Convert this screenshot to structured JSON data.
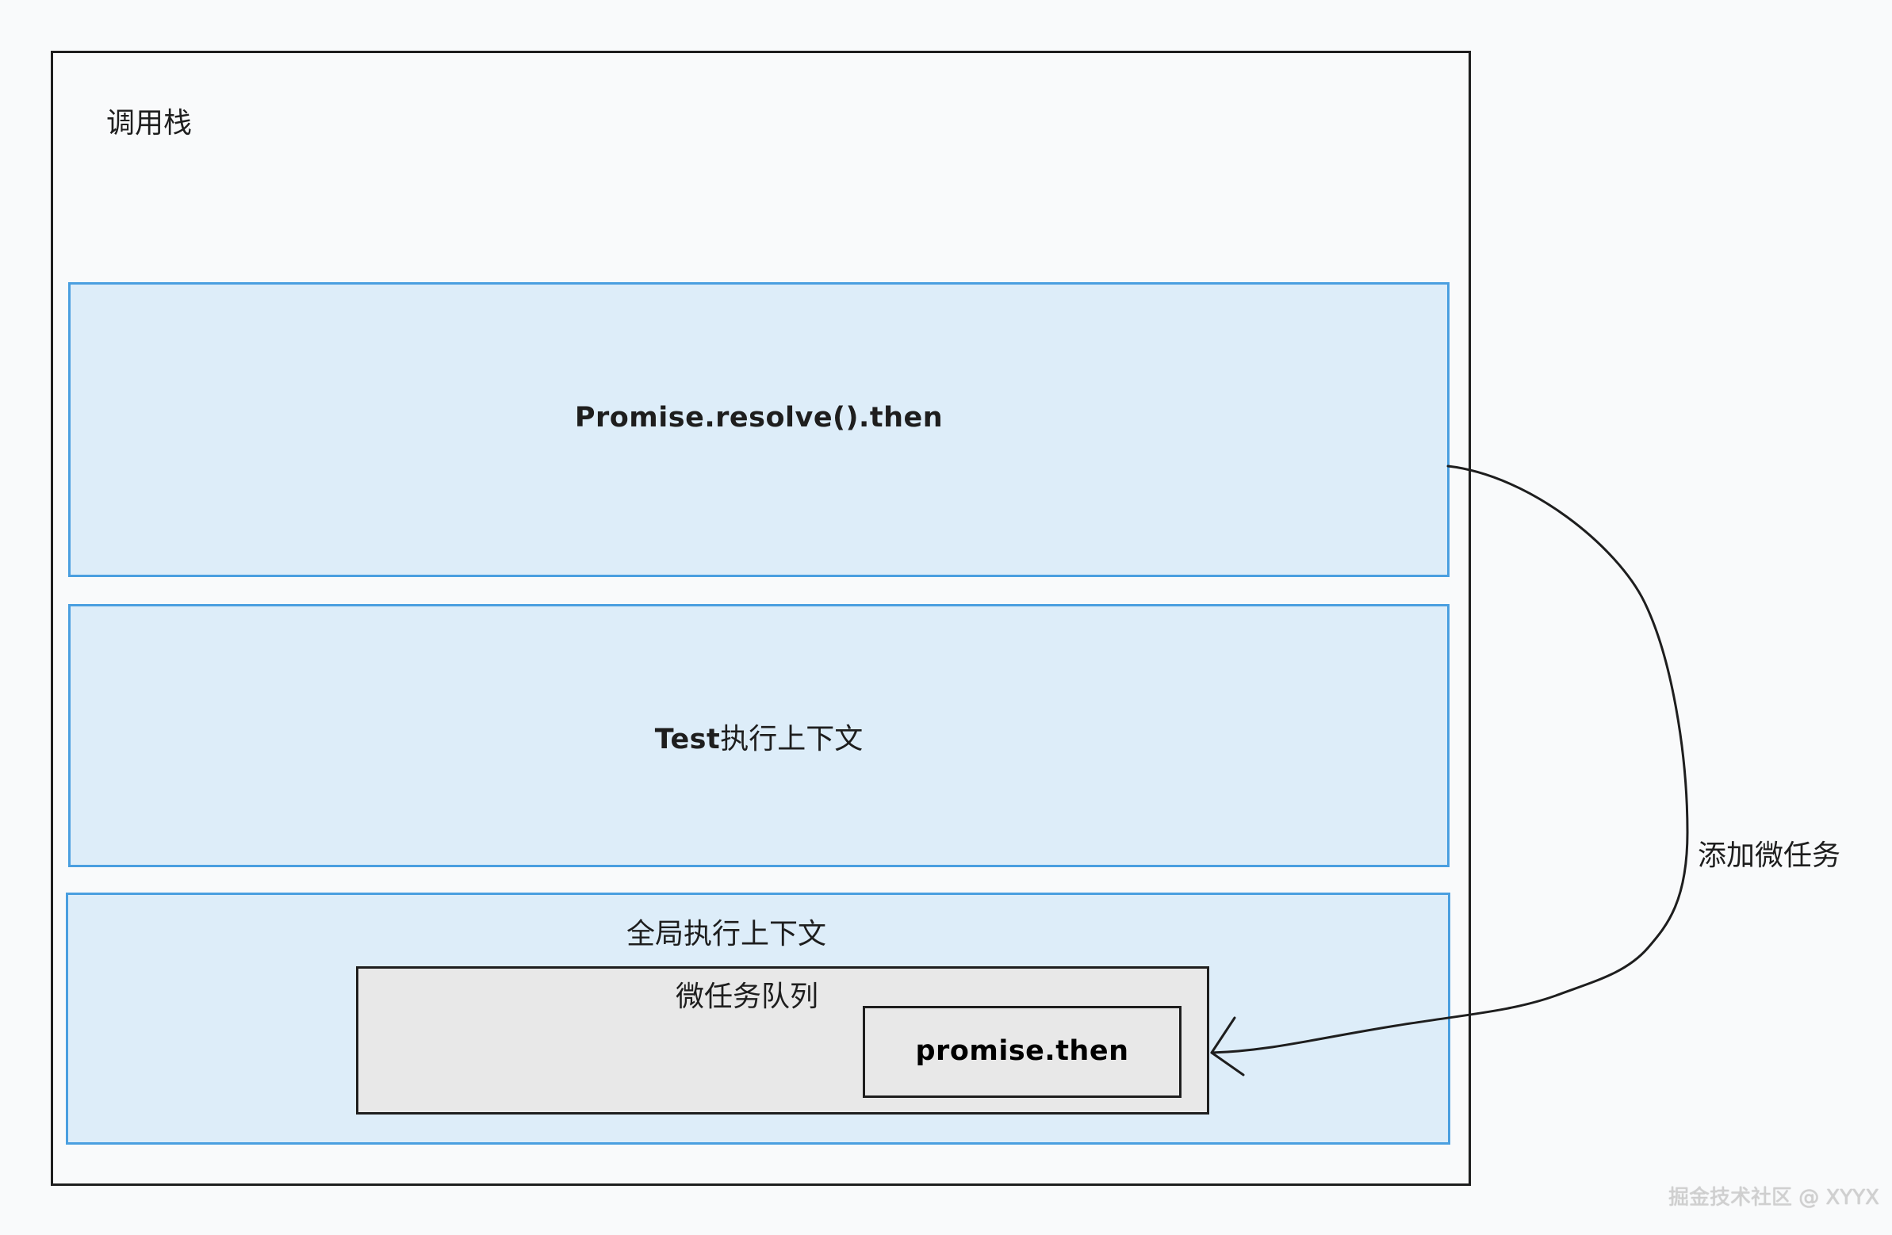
{
  "call_stack": {
    "title": "调用栈"
  },
  "frames": {
    "promise_frame": {
      "label": "Promise.resolve().then"
    },
    "test_frame": {
      "code": "Test",
      "suffix": "执行上下文"
    },
    "global_frame": {
      "label": "全局执行上下文"
    }
  },
  "microtask_queue": {
    "title": "微任务队列",
    "items": [
      {
        "label": "promise.then"
      }
    ]
  },
  "arrow": {
    "label": "添加微任务"
  },
  "watermark": {
    "text": "掘金技术社区 @ XYYX"
  },
  "colors": {
    "background": "#f9fafb",
    "frame_fill": "#ddedf9",
    "frame_stroke": "#4a9fe0",
    "queue_fill": "#e8e8e8",
    "stroke": "#1e1e1e"
  }
}
